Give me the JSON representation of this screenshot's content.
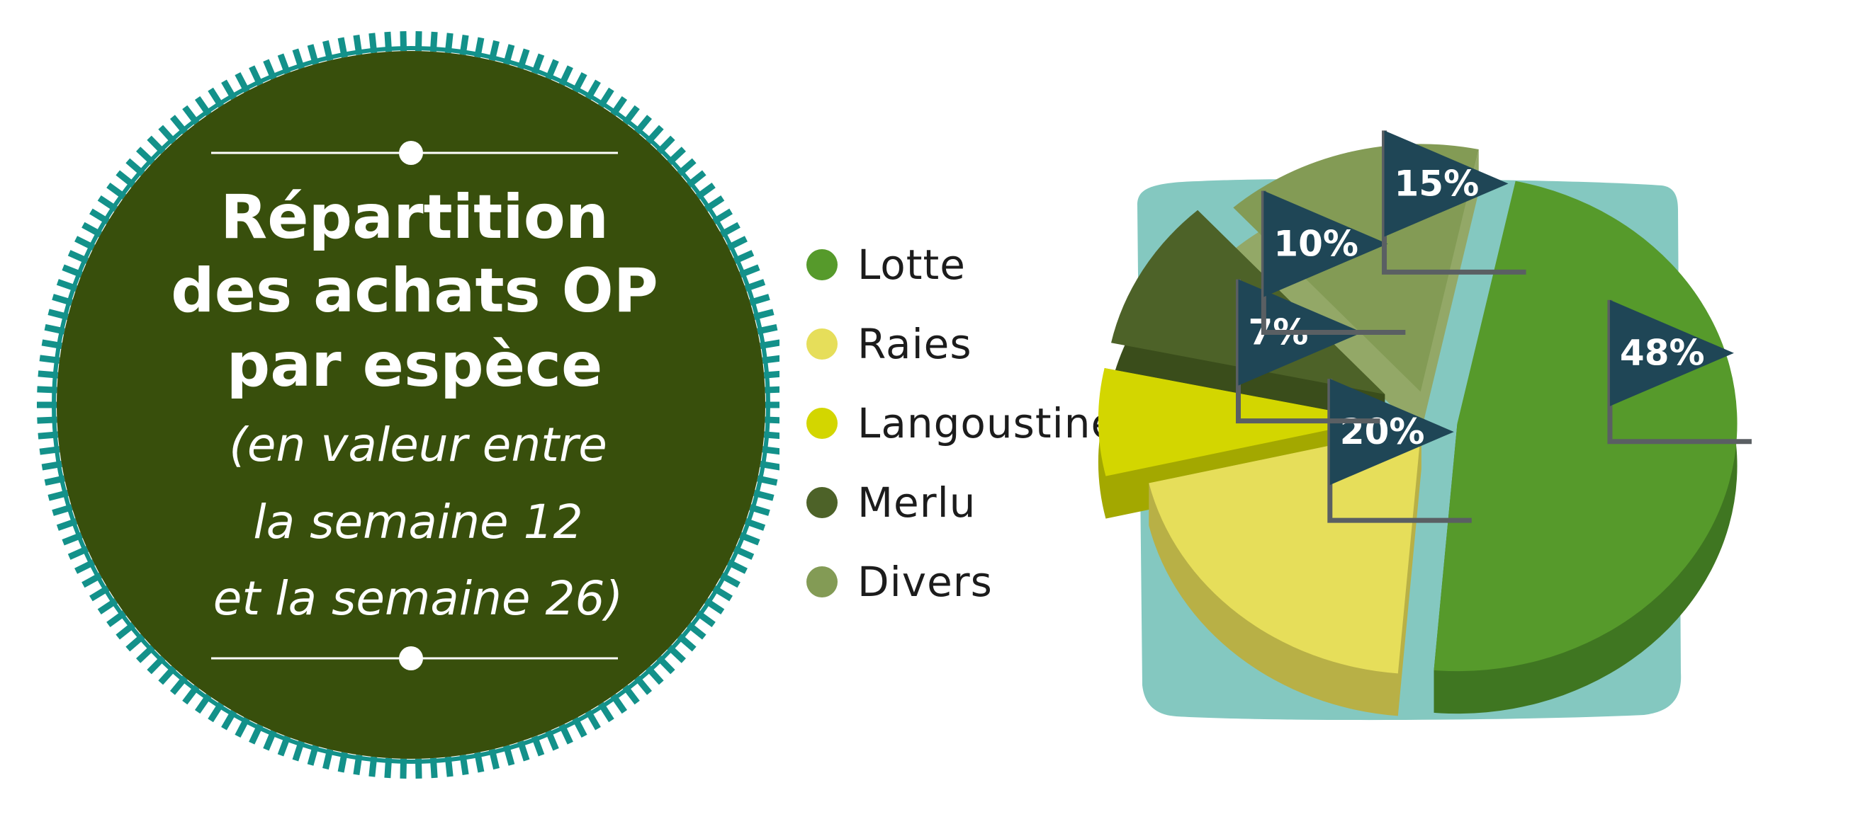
{
  "title": {
    "line1": "Répartition",
    "line2": "des achats OP",
    "line3": "par espèce",
    "sub1": "(en valeur entre",
    "sub2": "la semaine 12",
    "sub3": "et la semaine 26)"
  },
  "colors": {
    "badge_fill": "#384f0c",
    "badge_ring": "#13918a",
    "backdrop": "#84c8c0",
    "flag": "#1f4656",
    "flag_pole": "#5a5f63"
  },
  "chart_data": {
    "type": "pie",
    "title": "Répartition des achats OP par espèce (en valeur entre la semaine 12 et la semaine 26)",
    "legend_position": "left",
    "style": "3d-exploded",
    "slices": [
      {
        "label": "Lotte",
        "value": 48,
        "value_label": "48%",
        "color": "#569a2b",
        "side_color": "#3f7621"
      },
      {
        "label": "Raies",
        "value": 20,
        "value_label": "20%",
        "color": "#e6de5a",
        "side_color": "#b8b046"
      },
      {
        "label": "Langoustine",
        "value": 7,
        "value_label": "7%",
        "color": "#d3d600",
        "side_color": "#a3a800"
      },
      {
        "label": "Merlu",
        "value": 10,
        "value_label": "10%",
        "color": "#4d6228",
        "side_color": "#3a4d1b"
      },
      {
        "label": "Divers",
        "value": 15,
        "value_label": "15%",
        "color": "#839b55",
        "side_color": "#93a867"
      }
    ]
  }
}
